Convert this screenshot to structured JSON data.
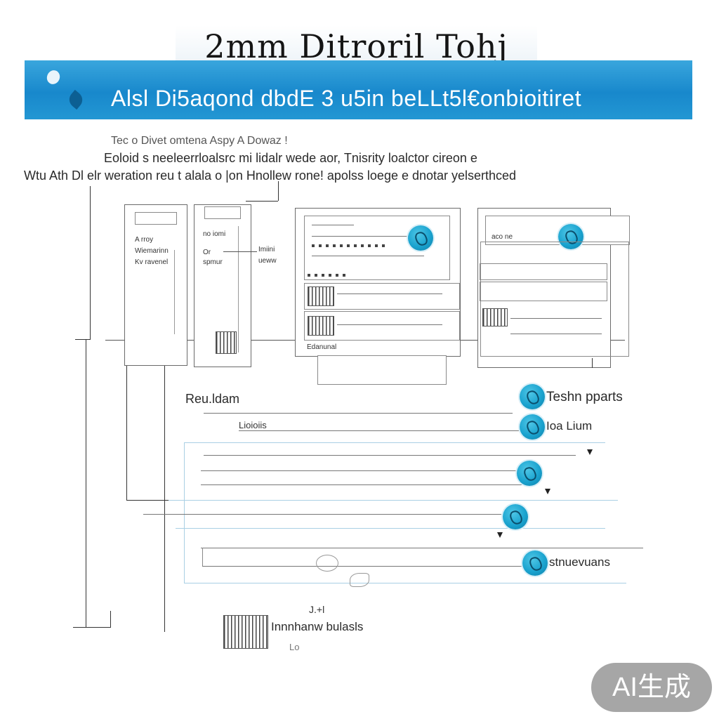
{
  "header": {
    "title": "2mm Ditroril Tohj",
    "banner_text": "Alsl Di5aqond dbdE 3   u5in beLLt5l€onbioitiret"
  },
  "description": {
    "line1": "Tec o Divet omtena Aspy A Dowaz !",
    "line2": "Eoloid s neeleerrloalsrc mi lidalr wede aor,   Tnisrity loalctor cireon e",
    "line3": "Wtu Ath  Dl elr weration reu t alala o |on Hnollew rone! apolss loege e dnotar  yelserthced"
  },
  "panels": {
    "panel_a_lines": [
      "A rroy",
      "Wiemarinn",
      "Kv ravenel"
    ],
    "panel_b_lines": [
      "no iomi",
      "Or",
      "spmur"
    ],
    "panel_b_side": [
      "Imiini",
      "ueww"
    ],
    "panel_c_label": "Edanunal",
    "panel_d_label": "aco ne"
  },
  "flow": {
    "left_label": "Reu.ldam",
    "row_label": "Lioioiis",
    "node_labels": [
      "Teshn pparts",
      "Ioa Lium",
      "stnuevuans"
    ],
    "bottom_label": "Innnhanw bulasls",
    "bottom_small": "Lo",
    "bottom_top": "J.+l"
  },
  "watermark": {
    "text": "AI生成"
  }
}
